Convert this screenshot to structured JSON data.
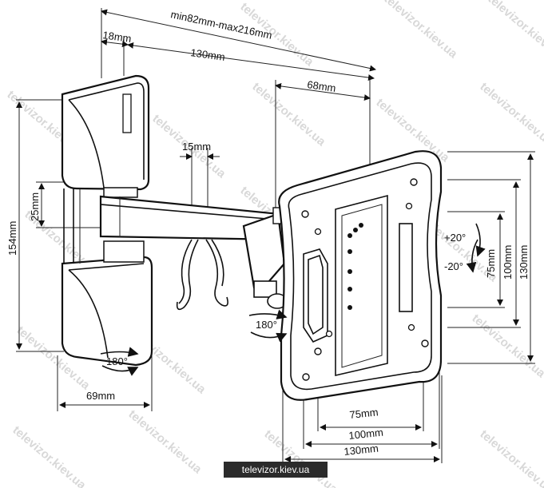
{
  "dimensions": {
    "top_range": "min82mm-max216mm",
    "d18": "18mm",
    "d130_top": "130mm",
    "d68": "68mm",
    "d15": "15mm",
    "d25": "25mm",
    "d154": "154mm",
    "d69": "69mm",
    "d75_bottom": "75mm",
    "d100_bottom": "100mm",
    "d130_bottom": "130mm",
    "d75_right": "75mm",
    "d100_right": "100mm",
    "d130_right": "130mm"
  },
  "rotations": {
    "swivel_wall": "180°",
    "swivel_head": "180°",
    "tilt_up": "+20°",
    "tilt_down": "-20°"
  },
  "watermark": "televizor.kiev.ua",
  "site_label": "televizor.kiev.ua",
  "colors": {
    "line": "#111111",
    "watermark": "#b9b9b9",
    "label_bg": "#2b2b2b"
  }
}
